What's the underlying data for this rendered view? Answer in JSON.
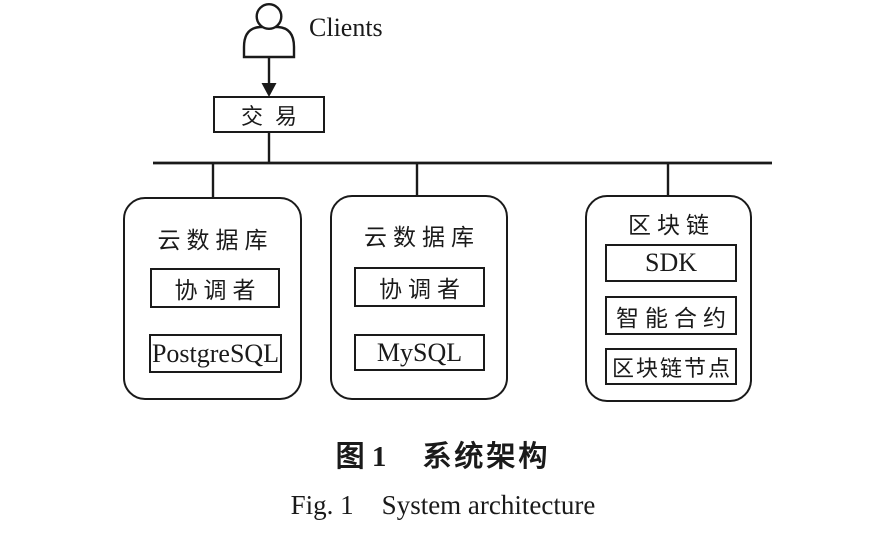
{
  "colors": {
    "ink": "#1a1a1a",
    "background": "#ffffff"
  },
  "diagram": {
    "clients_label": "Clients",
    "transaction_label": "交易",
    "containers": [
      {
        "title": "云数据库",
        "items": [
          "协调者",
          "PostgreSQL"
        ]
      },
      {
        "title": "云数据库",
        "items": [
          "协调者",
          "MySQL"
        ]
      },
      {
        "title": "区块链",
        "items": [
          "SDK",
          "智能合约",
          "区块链节点"
        ]
      }
    ]
  },
  "caption": {
    "zh_label": "图 1",
    "zh_title": "系统架构",
    "en_label": "Fig. 1",
    "en_title": "System architecture"
  }
}
